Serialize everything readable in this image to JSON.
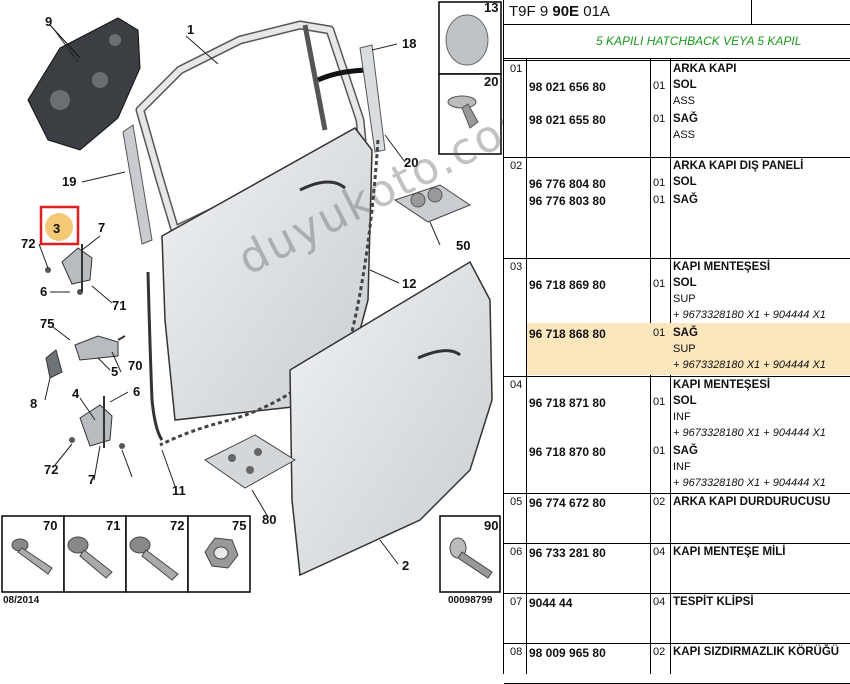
{
  "diagram": {
    "callouts": [
      "1",
      "2",
      "3",
      "4",
      "5",
      "6",
      "6",
      "7",
      "7",
      "8",
      "9",
      "11",
      "12",
      "13",
      "18",
      "19",
      "20",
      "20",
      "50",
      "70",
      "70",
      "71",
      "71",
      "72",
      "72",
      "72",
      "75",
      "75",
      "80",
      "90"
    ],
    "thumbnails": [
      "70",
      "71",
      "72",
      "75"
    ],
    "corner_label": "90",
    "date_code": "08/2014",
    "image_number": "00098799",
    "watermark": "duyukoto.com"
  },
  "header": {
    "ref_prefix": "T9F 9 ",
    "ref_bold": "90E",
    "ref_suffix": " 01A",
    "title": "5 KAPILI HATCHBACK VEYA 5 KAPIL"
  },
  "rows": [
    {
      "group": "01",
      "items": [
        {
          "pn": "98 021 656 80",
          "qty": "01",
          "lines": [
            {
              "t": "ARKA KAPI",
              "s": "b"
            },
            {
              "t": "SOL",
              "s": "b"
            },
            {
              "t": "ASS",
              "s": "note"
            }
          ]
        },
        {
          "pn": "98 021 655 80",
          "qty": "01",
          "lines": [
            {
              "t": "SAĞ",
              "s": "b"
            },
            {
              "t": "ASS",
              "s": "note"
            }
          ]
        }
      ]
    },
    {
      "group": "02",
      "items": [
        {
          "pn": "96 776 804 80",
          "qty": "01",
          "lines": [
            {
              "t": "ARKA KAPI DIŞ PANELİ",
              "s": "b"
            },
            {
              "t": "SOL",
              "s": "b"
            }
          ]
        },
        {
          "pn": "96 776 803 80",
          "qty": "01",
          "lines": [
            {
              "t": "SAĞ",
              "s": "b"
            }
          ]
        }
      ]
    },
    {
      "group": "03",
      "items": [
        {
          "pn": "96 718 869 80",
          "qty": "01",
          "lines": [
            {
              "t": "KAPI MENTEŞESİ",
              "s": "b"
            },
            {
              "t": "SOL",
              "s": "b"
            },
            {
              "t": "SUP",
              "s": "note"
            },
            {
              "t": "+ 9673328180 X1 + 904444 X1",
              "s": "it"
            }
          ]
        },
        {
          "pn": "96 718 868 80",
          "qty": "01",
          "lines": [
            {
              "t": "SAĞ",
              "s": "b"
            },
            {
              "t": "SUP",
              "s": "note"
            },
            {
              "t": "+ 9673328180 X1 + 904444 X1",
              "s": "it"
            }
          ]
        }
      ]
    },
    {
      "group": "04",
      "items": [
        {
          "pn": "96 718 871 80",
          "qty": "01",
          "lines": [
            {
              "t": "KAPI MENTEŞESİ",
              "s": "b"
            },
            {
              "t": "SOL",
              "s": "b"
            },
            {
              "t": "INF",
              "s": "note"
            },
            {
              "t": "+ 9673328180 X1 + 904444 X1",
              "s": "it"
            }
          ]
        },
        {
          "pn": "96 718 870 80",
          "qty": "01",
          "lines": [
            {
              "t": "SAĞ",
              "s": "b"
            },
            {
              "t": "INF",
              "s": "note"
            },
            {
              "t": "+ 9673328180 X1 + 904444 X1",
              "s": "it"
            }
          ]
        }
      ]
    },
    {
      "group": "05",
      "items": [
        {
          "pn": "96 774 672 80",
          "qty": "02",
          "lines": [
            {
              "t": "ARKA KAPI DURDURUCUSU",
              "s": "b"
            }
          ]
        }
      ]
    },
    {
      "group": "06",
      "items": [
        {
          "pn": "96 733 281 80",
          "qty": "04",
          "lines": [
            {
              "t": "KAPI MENTEŞE MİLİ",
              "s": "b"
            }
          ]
        }
      ]
    },
    {
      "group": "07",
      "items": [
        {
          "pn": "9044 44",
          "qty": "04",
          "lines": [
            {
              "t": "TESPİT KLİPSİ",
              "s": "b"
            }
          ]
        }
      ]
    },
    {
      "group": "08",
      "items": [
        {
          "pn": "98 009 965 80",
          "qty": "02",
          "lines": [
            {
              "t": "KAPI SIZDIRMAZLIK KÖRÜĞÜ",
              "s": "b"
            }
          ]
        }
      ]
    }
  ]
}
